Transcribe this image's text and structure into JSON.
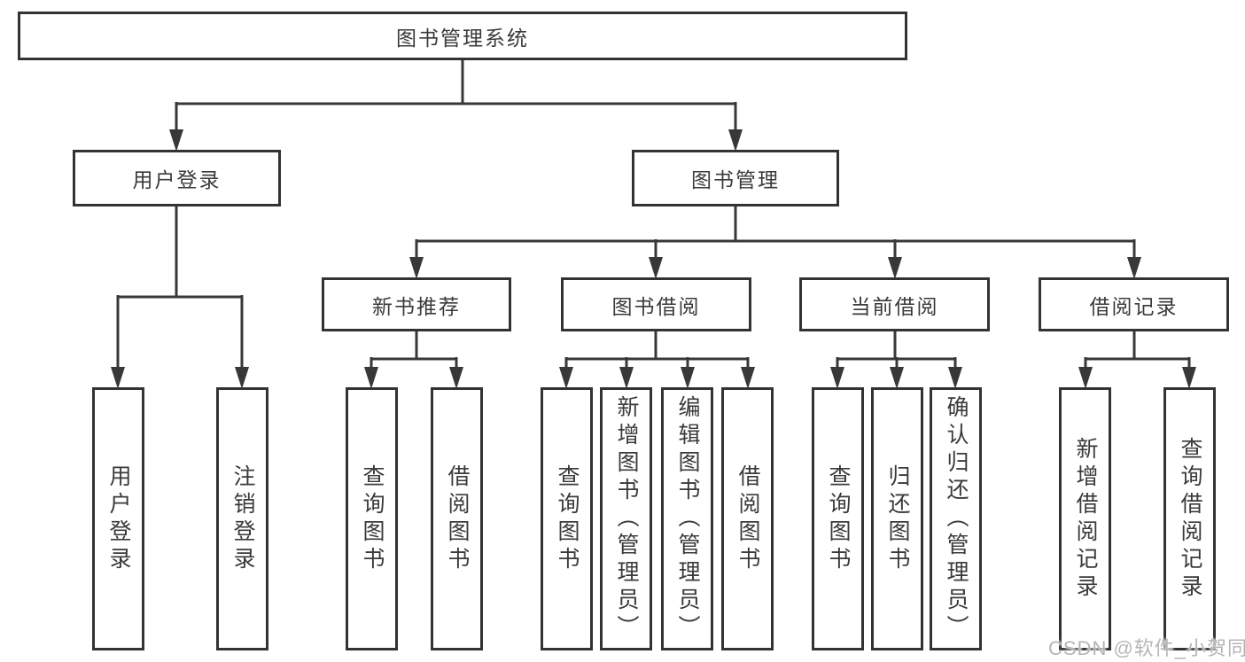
{
  "tree": {
    "root": {
      "label": "图书管理系统",
      "children": [
        {
          "label": "用户登录",
          "children": [
            {
              "label": "用户登录"
            },
            {
              "label": "注销登录"
            }
          ]
        },
        {
          "label": "图书管理",
          "children": [
            {
              "label": "新书推荐",
              "children": [
                {
                  "label": "查询图书"
                },
                {
                  "label": "借阅图书"
                }
              ]
            },
            {
              "label": "图书借阅",
              "children": [
                {
                  "label": "查询图书"
                },
                {
                  "label": "新增图书（管理员）"
                },
                {
                  "label": "编辑图书（管理员）"
                },
                {
                  "label": "借阅图书"
                }
              ]
            },
            {
              "label": "当前借阅",
              "children": [
                {
                  "label": "查询图书"
                },
                {
                  "label": "归还图书"
                },
                {
                  "label": "确认归还（管理员）"
                }
              ]
            },
            {
              "label": "借阅记录",
              "children": [
                {
                  "label": "新增借阅记录"
                },
                {
                  "label": "查询借阅记录"
                }
              ]
            }
          ]
        }
      ]
    }
  },
  "watermark": {
    "text": "CSDN @软件_小贺同学"
  },
  "colors": {
    "line": "#383838",
    "box_border": "#333333",
    "text": "#3a3a3a",
    "background": "#ffffff",
    "watermark": "#b5b5b5"
  }
}
